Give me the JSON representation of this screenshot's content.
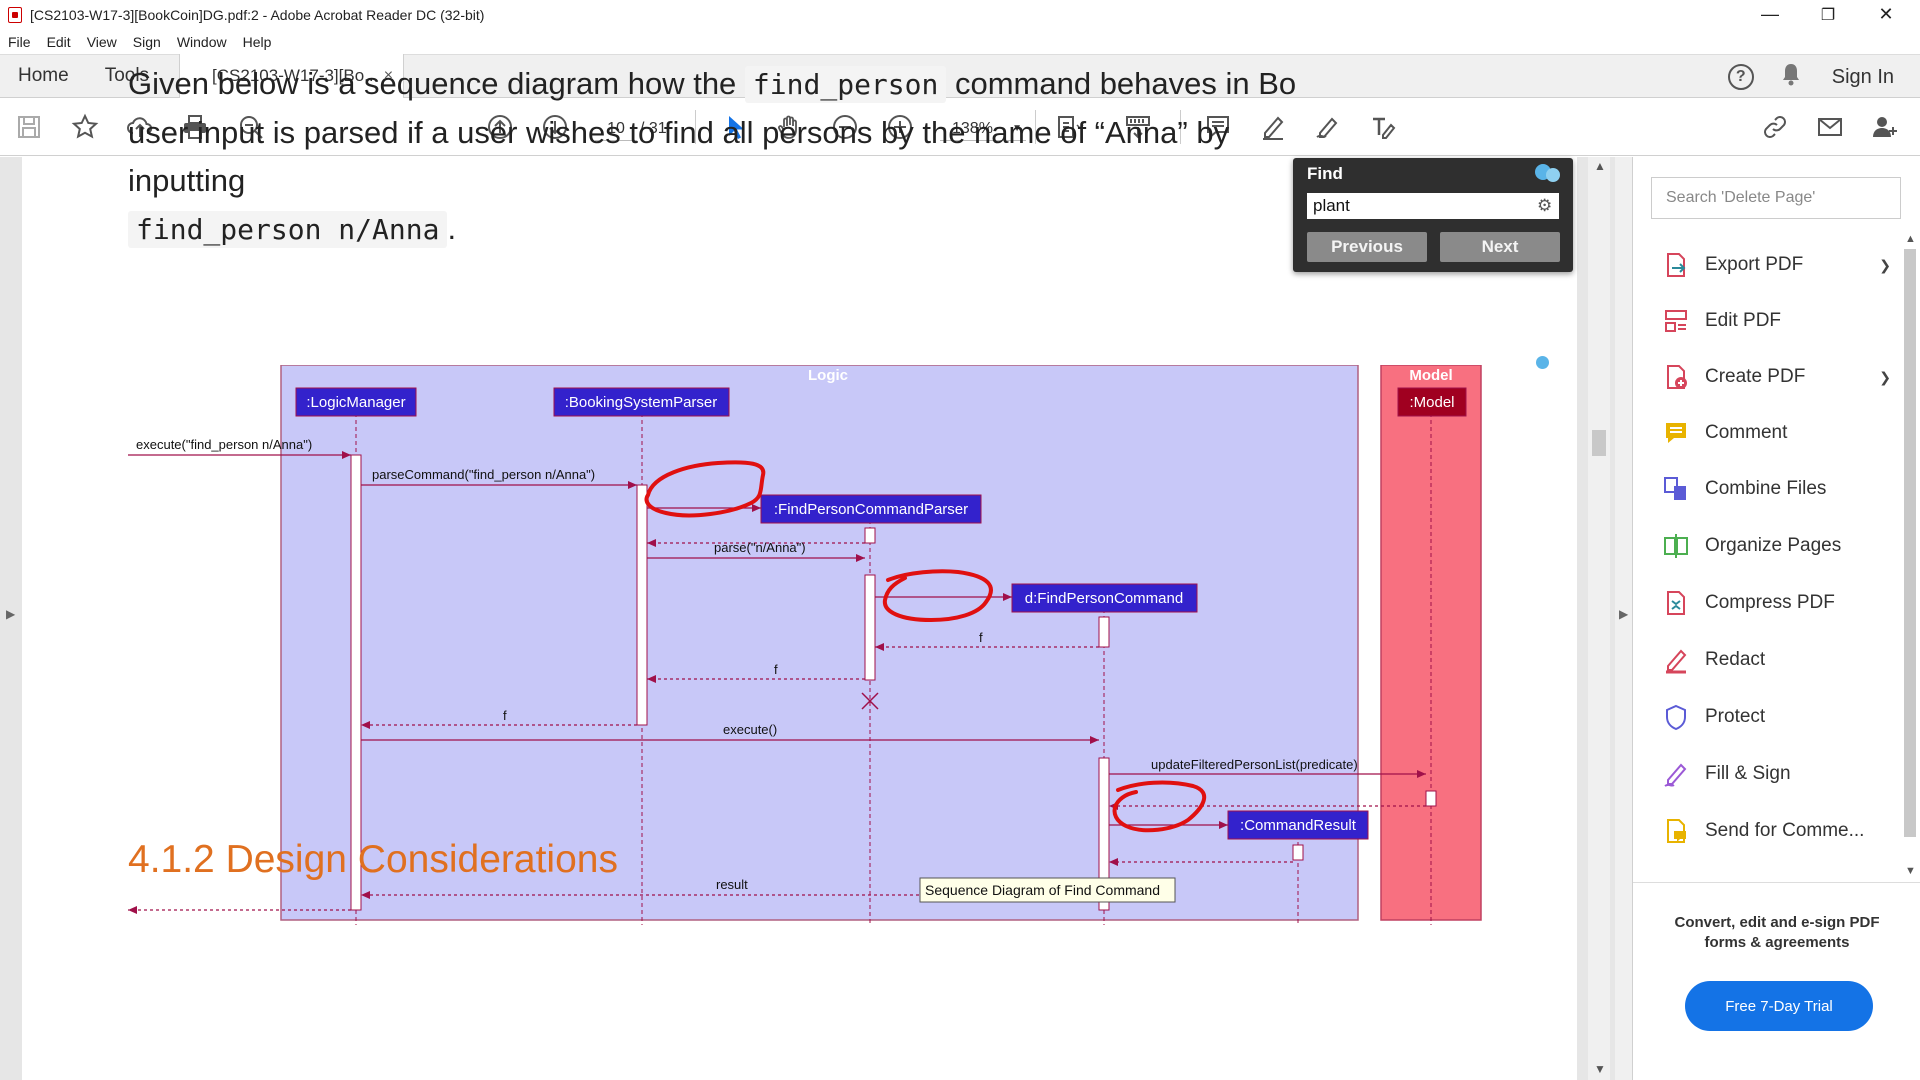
{
  "window": {
    "title": "[CS2103-W17-3][BookCoin]DG.pdf:2 - Adobe Acrobat Reader DC (32-bit)",
    "minimize": "—",
    "maximize": "❐",
    "close": "✕"
  },
  "menu": [
    "File",
    "Edit",
    "View",
    "Sign",
    "Window",
    "Help"
  ],
  "tabs": {
    "home": "Home",
    "tools": "Tools",
    "document": "[CS2103-W17-3][Bo...",
    "close": "×",
    "help_icon": "?",
    "sign_in": "Sign In"
  },
  "toolbar": {
    "page_current": "10",
    "page_total": "/ 31",
    "zoom": "138%"
  },
  "find": {
    "title": "Find",
    "query": "plant",
    "previous": "Previous",
    "next": "Next"
  },
  "document": {
    "para_1": "Given below is a sequence diagram how the ",
    "code_1": "find_person",
    "para_2": " command behaves in Bo",
    "para_3": "user input is parsed if a user wishes to find all persons by the name of “Anna” by inputting",
    "code_2": "find_person n/Anna",
    "para_4": ".",
    "heading": "4.1.2 Design Considerations"
  },
  "diagram": {
    "logic_label": "Logic",
    "model_label": "Model",
    "lifelines": {
      "logic_manager": ":LogicManager",
      "booking_parser": ":BookingSystemParser",
      "find_parser": ":FindPersonCommandParser",
      "find_command": "d:FindPersonCommand",
      "command_result": ":CommandResult",
      "model": ":Model"
    },
    "messages": {
      "execute_call": "execute(\"find_person n/Anna\")",
      "parse_command": "parseCommand(\"find_person n/Anna\")",
      "parse": "parse(\"n/Anna\")",
      "return_f1": "f",
      "return_f2": "f",
      "return_f3": "f",
      "execute": "execute()",
      "update": "updateFilteredPersonList(predicate)",
      "result": "result"
    },
    "tooltip": "Sequence Diagram of Find Command"
  },
  "right_pane": {
    "search_placeholder": "Search 'Delete Page'",
    "tools": [
      {
        "label": "Export PDF",
        "icon": "export-pdf-icon",
        "color": "#d6455b"
      },
      {
        "label": "Edit PDF",
        "icon": "edit-pdf-icon",
        "color": "#d6455b"
      },
      {
        "label": "Create PDF",
        "icon": "create-pdf-icon",
        "color": "#d6455b"
      },
      {
        "label": "Comment",
        "icon": "comment-icon",
        "color": "#e8b300"
      },
      {
        "label": "Combine Files",
        "icon": "combine-files-icon",
        "color": "#5b5bd6"
      },
      {
        "label": "Organize Pages",
        "icon": "organize-pages-icon",
        "color": "#4caf50"
      },
      {
        "label": "Compress PDF",
        "icon": "compress-pdf-icon",
        "color": "#d6455b"
      },
      {
        "label": "Redact",
        "icon": "redact-icon",
        "color": "#d6455b"
      },
      {
        "label": "Protect",
        "icon": "protect-icon",
        "color": "#5b5bd6"
      },
      {
        "label": "Fill & Sign",
        "icon": "fill-sign-icon",
        "color": "#9b59d6"
      },
      {
        "label": "Send for Comme...",
        "icon": "send-for-comment-icon",
        "color": "#e8b300"
      }
    ],
    "promo_text": "Convert, edit and e-sign PDF forms & agreements",
    "promo_button": "Free 7-Day Trial"
  },
  "colors": {
    "accent": "#1473e6",
    "heading": "#e07020",
    "diagram_logic_bg": "#c8c8f8",
    "diagram_model_bg": "#f87080",
    "lifeline_box": "#3322cc",
    "arrow": "#a0104a",
    "annotation": "#e01010"
  }
}
